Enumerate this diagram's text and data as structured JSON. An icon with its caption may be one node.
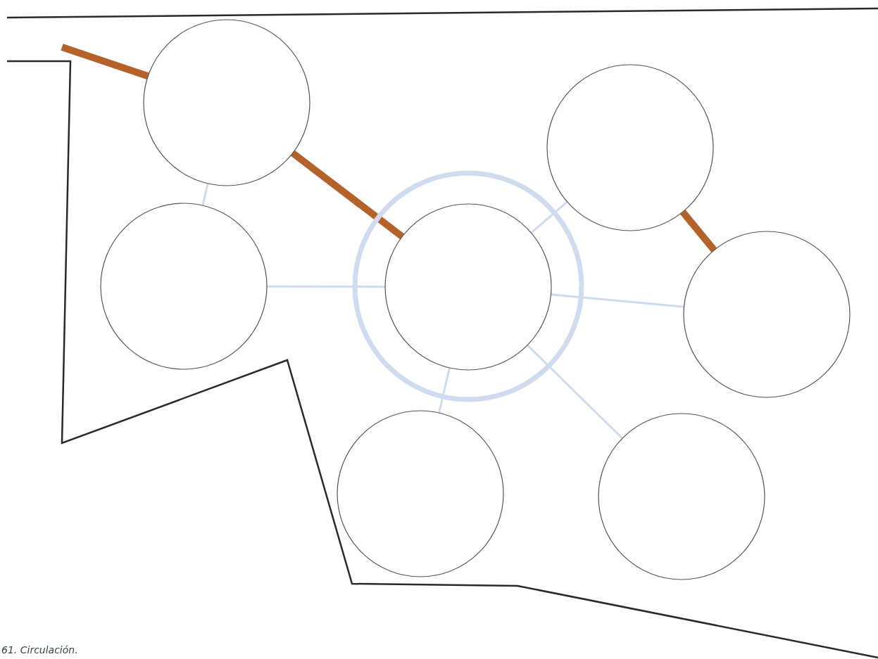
{
  "diagram": {
    "caption": "61. Circulación.",
    "nodes": [
      {
        "text": [],
        "shape": "circle"
      },
      {
        "text": [],
        "shape": "circle"
      },
      {
        "text": [],
        "shape": "circle"
      },
      {
        "text": [],
        "shape": "circle"
      },
      {
        "text": [],
        "shape": "circle",
        "in": 3
      },
      {
        "text": [],
        "shape": "circle"
      },
      {
        "text": [],
        "shape": "circle"
      },
      {
        "text": [],
        "shape": "circle"
      }
    ],
    "edges": [
      {
        "from": null,
        "to": 0,
        "arrow": "none",
        "style": "thick",
        "color": "#b5622a"
      },
      {
        "from": 0,
        "to": 4,
        "arrow": "none",
        "style": "thick",
        "color": "#b5622a"
      },
      {
        "from": 1,
        "to": 5,
        "arrow": "none",
        "style": "thick",
        "color": "#b5622a"
      },
      {
        "from": 0,
        "to": 2,
        "arrow": "none"
      },
      {
        "from": 2,
        "to": 4,
        "arrow": "none"
      },
      {
        "from": 4,
        "to": 1,
        "arrow": "none"
      },
      {
        "from": 4,
        "to": 5,
        "arrow": "none"
      },
      {
        "from": 4,
        "to": 6,
        "arrow": "none"
      },
      {
        "from": 4,
        "to": 7,
        "arrow": "none"
      }
    ]
  }
}
